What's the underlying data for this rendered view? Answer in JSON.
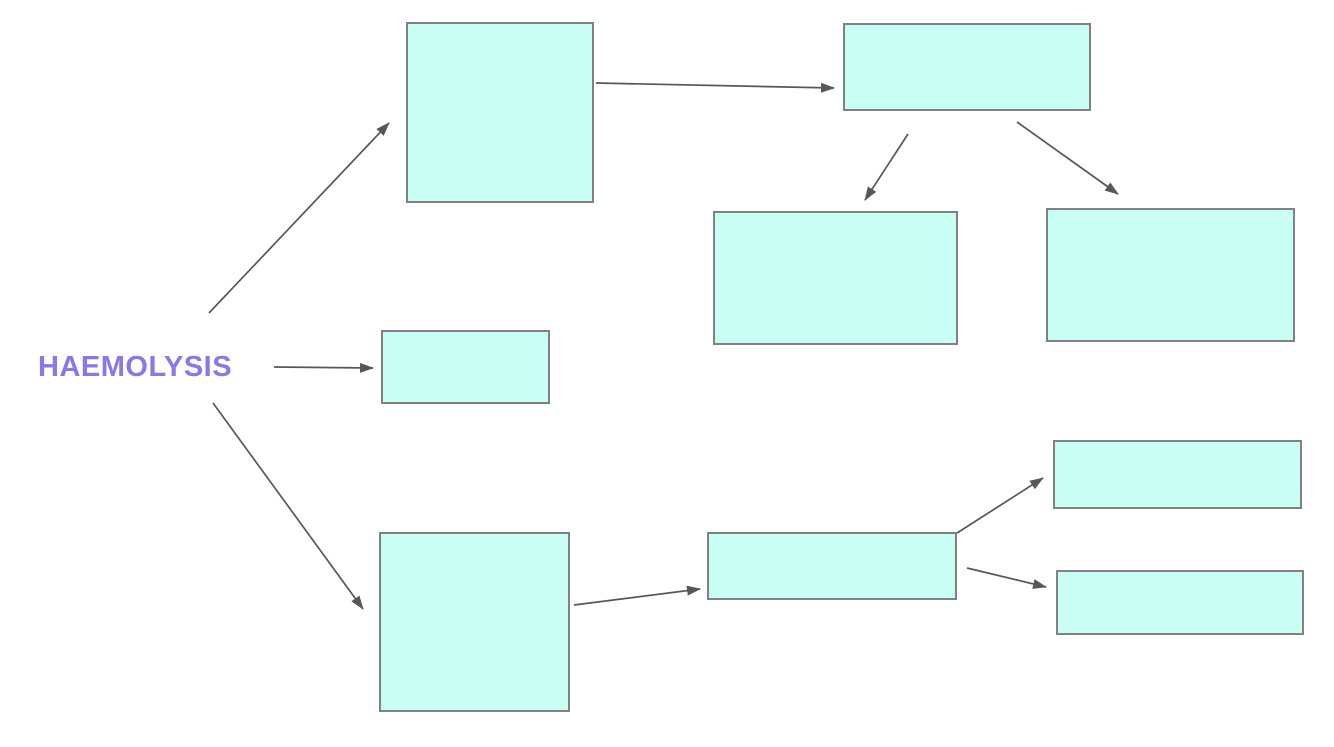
{
  "diagram": {
    "root_label": "HAEMOLYSIS",
    "colors": {
      "background": "#ffffff",
      "node_fill": "#c9fef5",
      "node_border": "#818181",
      "arrow": "#575757",
      "root_text": "#8878e8"
    },
    "nodes": [
      {
        "id": "node-top-square",
        "label": ""
      },
      {
        "id": "node-top-wide",
        "label": ""
      },
      {
        "id": "node-upper-branch-left",
        "label": ""
      },
      {
        "id": "node-upper-branch-right",
        "label": ""
      },
      {
        "id": "node-middle-small",
        "label": ""
      },
      {
        "id": "node-bottom-square",
        "label": ""
      },
      {
        "id": "node-bottom-middle",
        "label": ""
      },
      {
        "id": "node-bottom-right-upper",
        "label": ""
      },
      {
        "id": "node-bottom-right-lower",
        "label": ""
      }
    ],
    "edges": [
      {
        "from": "haemolysis",
        "to": "node-top-square"
      },
      {
        "from": "node-top-square",
        "to": "node-top-wide"
      },
      {
        "from": "node-top-wide",
        "to": "node-upper-branch-left"
      },
      {
        "from": "node-top-wide",
        "to": "node-upper-branch-right"
      },
      {
        "from": "haemolysis",
        "to": "node-middle-small"
      },
      {
        "from": "haemolysis",
        "to": "node-bottom-square"
      },
      {
        "from": "node-bottom-square",
        "to": "node-bottom-middle"
      },
      {
        "from": "node-bottom-middle",
        "to": "node-bottom-right-upper"
      },
      {
        "from": "node-bottom-middle",
        "to": "node-bottom-right-lower"
      }
    ]
  }
}
